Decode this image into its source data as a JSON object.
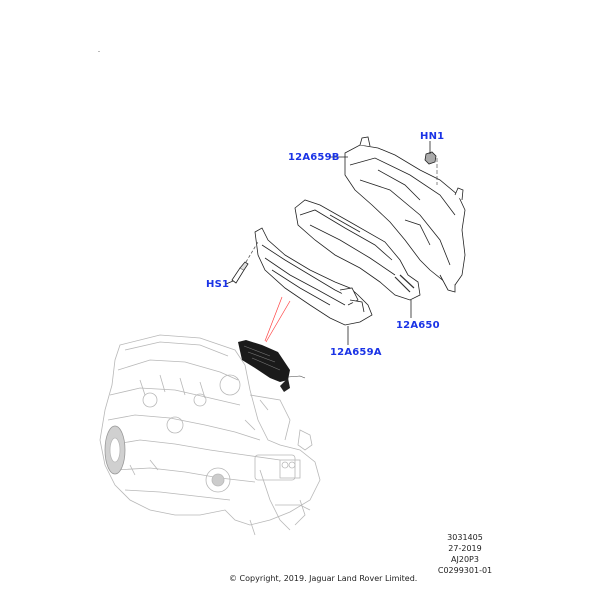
{
  "diagram": {
    "type": "exploded-parts-diagram",
    "callouts": [
      {
        "id": "hn1",
        "label": "HN1",
        "part": "nut"
      },
      {
        "id": "12a659b",
        "label": "12A659B",
        "part": "upper bracket"
      },
      {
        "id": "hs1",
        "label": "HS1",
        "part": "screw"
      },
      {
        "id": "12a650",
        "label": "12A650",
        "part": "control module"
      },
      {
        "id": "12a659a",
        "label": "12A659A",
        "part": "lower bracket"
      }
    ],
    "accent_color": "#1a33e6",
    "leader_highlight_color": "#ff4444"
  },
  "metadata": {
    "line1": "3031405",
    "line2": "27-2019",
    "line3": "AJ20P3",
    "line4": "C0299301-01"
  },
  "footer": {
    "copyright": "© Copyright, 2019. Jaguar Land Rover Limited."
  }
}
